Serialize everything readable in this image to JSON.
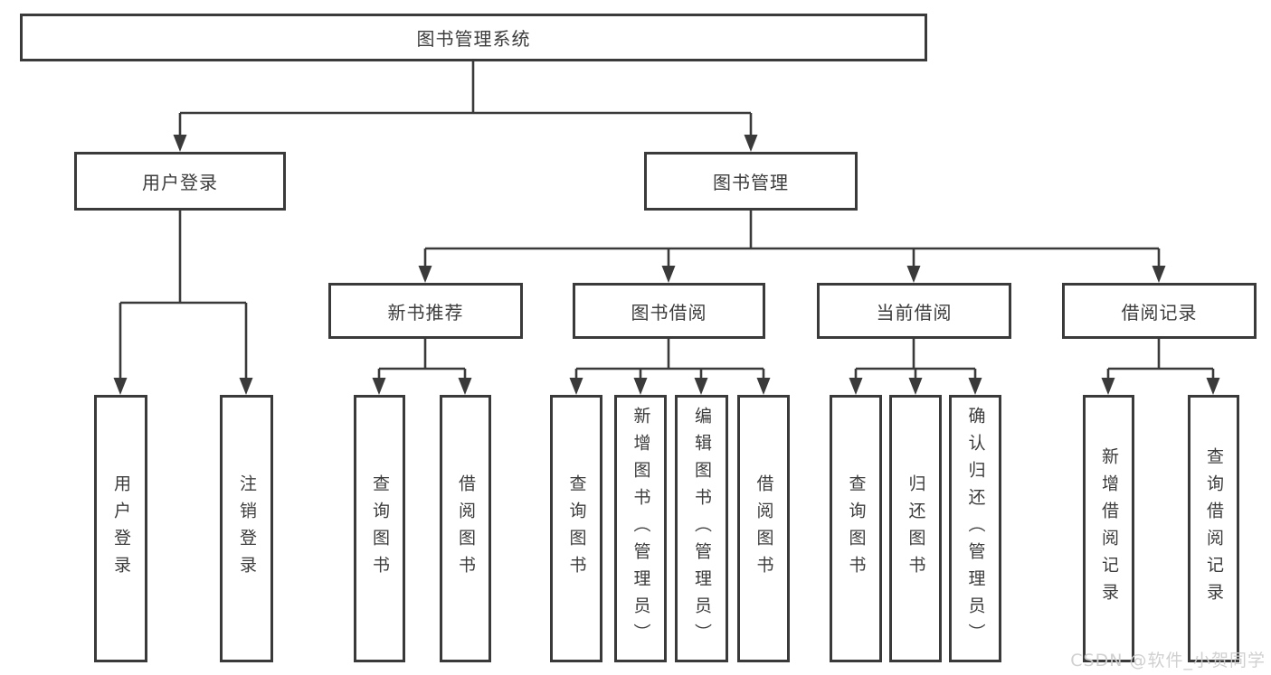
{
  "watermark": "CSDN @软件_小贺同学",
  "colors": {
    "line": "#3a3a3a",
    "box_border": "#3a3a3a",
    "text": "#3c3c3c",
    "background": "#ffffff",
    "watermark": "#cecece"
  },
  "tree": {
    "label": "图书管理系统",
    "children": [
      {
        "label": "用户登录",
        "children": [
          {
            "label": "用户登录"
          },
          {
            "label": "注销登录"
          }
        ]
      },
      {
        "label": "图书管理",
        "children": [
          {
            "label": "新书推荐",
            "children": [
              {
                "label": "查询图书"
              },
              {
                "label": "借阅图书"
              }
            ]
          },
          {
            "label": "图书借阅",
            "children": [
              {
                "label": "查询图书"
              },
              {
                "label": "新增图书（管理员）"
              },
              {
                "label": "编辑图书（管理员）"
              },
              {
                "label": "借阅图书"
              }
            ]
          },
          {
            "label": "当前借阅",
            "children": [
              {
                "label": "查询图书"
              },
              {
                "label": "归还图书"
              },
              {
                "label": "确认归还（管理员）"
              }
            ]
          },
          {
            "label": "借阅记录",
            "children": [
              {
                "label": "新增借阅记录"
              },
              {
                "label": "查询借阅记录"
              }
            ]
          }
        ]
      }
    ]
  }
}
